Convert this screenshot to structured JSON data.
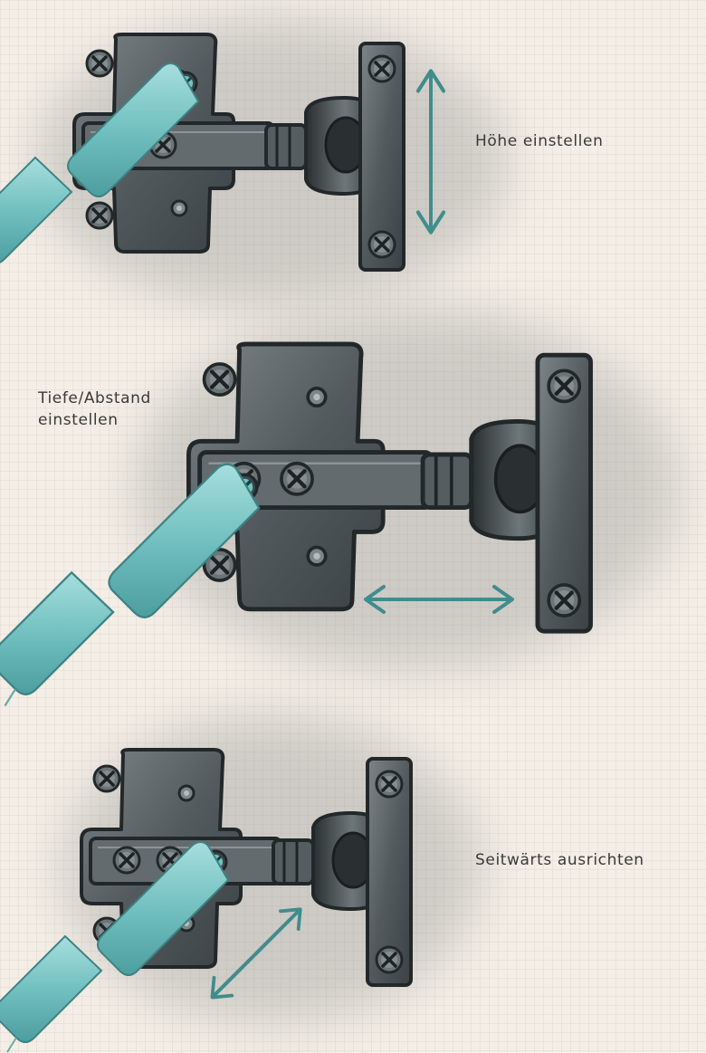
{
  "labels": {
    "height_adjust": "Höhe einstellen",
    "depth_adjust": "Tiefe/Abstand einstellen",
    "side_adjust": "Seitwärts ausrichten"
  },
  "colors": {
    "background": "#f4eee6",
    "metal": "#5d6468",
    "metal_dark": "#2f3437",
    "metal_light": "#9aa3a6",
    "screwdriver": "#7fc6c6",
    "arrow": "#3f8d8c",
    "label_text": "#3a3a3a"
  },
  "icons": [
    "hinge-icon",
    "screwdriver-icon",
    "screw-icon",
    "double-arrow-icon"
  ]
}
